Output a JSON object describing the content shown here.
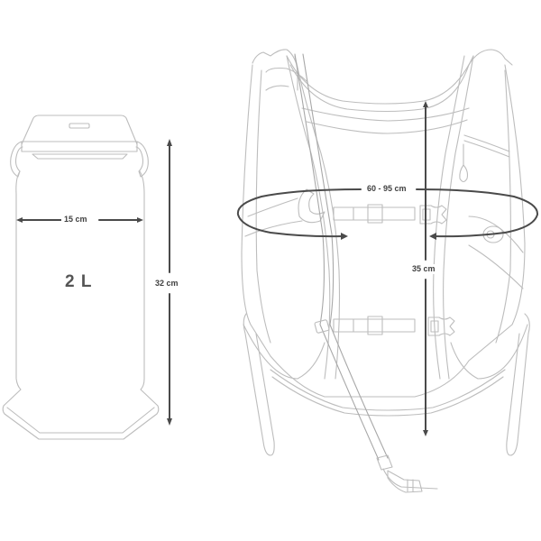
{
  "diagram": {
    "type": "product-dimension-drawing",
    "colors": {
      "line_art": "#bdbdbd",
      "dimension_lines": "#4a4a4a",
      "label_text": "#3f3f3f",
      "background": "#ffffff"
    },
    "reservoir": {
      "name": "hydration-bladder",
      "capacity_label": "2 L",
      "width_label": "15 cm",
      "height_label": "32 cm"
    },
    "vest": {
      "name": "running-hydration-vest",
      "circumference_label": "60 - 95 cm",
      "height_label": "35 cm",
      "components": [
        "shoulder-straps",
        "sternum-strap-upper",
        "sternum-strap-lower",
        "side-release-buckle-upper",
        "side-release-buckle-lower",
        "drink-tube",
        "bite-valve",
        "zipper-pull",
        "side-bungee-loops"
      ]
    }
  }
}
